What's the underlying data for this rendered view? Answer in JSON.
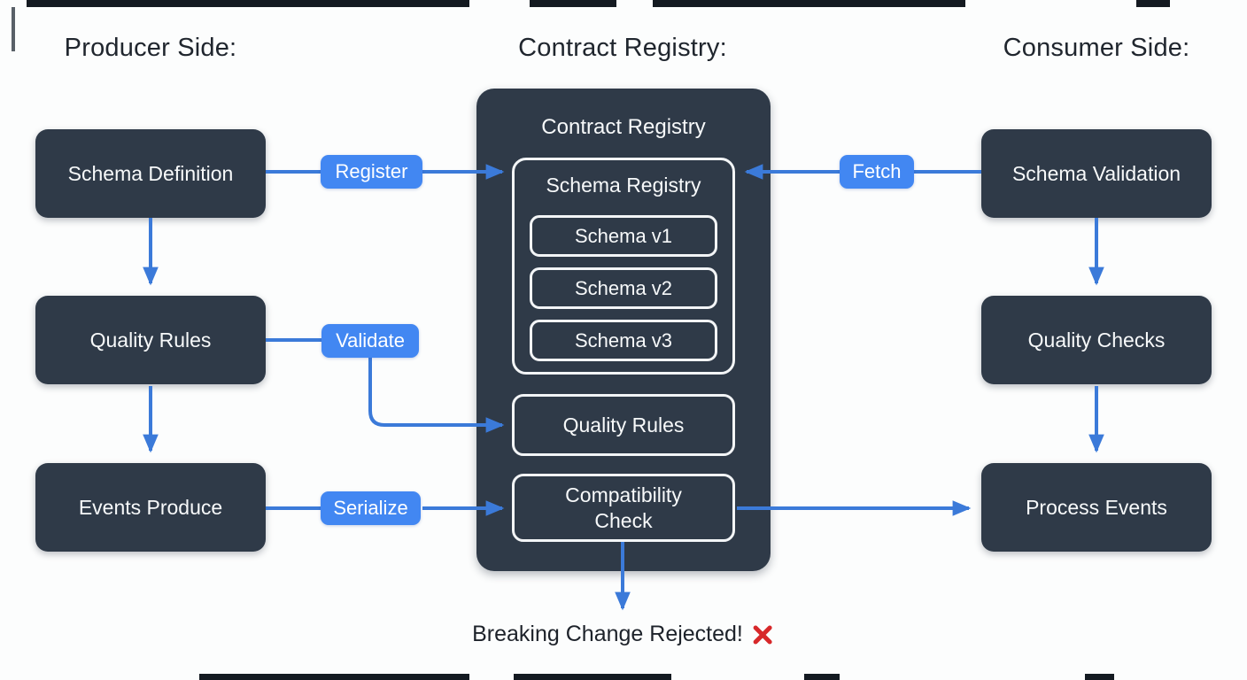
{
  "producer": {
    "title": "Producer Side:",
    "boxes": [
      "Schema Definition",
      "Quality Rules",
      "Events Produce"
    ]
  },
  "registry": {
    "title": "Contract Registry:",
    "container_title": "Contract Registry",
    "schema_registry_title": "Schema Registry",
    "schema_versions": [
      "Schema v1",
      "Schema v2",
      "Schema v3"
    ],
    "quality_rules": "Quality Rules",
    "compatibility_check": "Compatibility Check"
  },
  "consumer": {
    "title": "Consumer Side:",
    "boxes": [
      "Schema Validation",
      "Quality Checks",
      "Process Events"
    ]
  },
  "edge_labels": {
    "register": "Register",
    "validate": "Validate",
    "serialize": "Serialize",
    "fetch": "Fetch"
  },
  "footer": {
    "text": "Breaking Change Rejected!",
    "icon": "x-mark-icon"
  },
  "colors": {
    "node_fill": "#2f3a48",
    "pill_blue": "#4287f2",
    "line_blue": "#3b7ad9",
    "reject_red": "#d7282a",
    "background": "#fcfdfd",
    "heading_text": "#20262e",
    "node_text": "#f7f9fa"
  }
}
